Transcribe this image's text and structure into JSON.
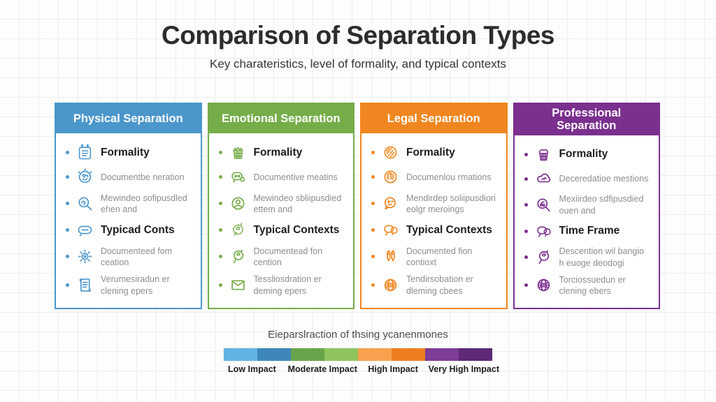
{
  "header": {
    "title": "Comparison of Separation Types",
    "subtitle": "Key charateristics, level of formality, and typical contexts"
  },
  "columns": [
    {
      "title": "Physical Separation",
      "color": "#4b96cb",
      "items": [
        {
          "label": "Formality",
          "bold": true,
          "icon": "notepad-icon"
        },
        {
          "label": "Documentbe neration",
          "bold": false,
          "icon": "doodle-face-icon"
        },
        {
          "label": "Mewindeo sofipusdled ehen and",
          "bold": false,
          "icon": "search-icon"
        },
        {
          "label": "Typicad Conts",
          "bold": true,
          "icon": "chat-scribble-icon"
        },
        {
          "label": "Documenteed fom ceation",
          "bold": false,
          "icon": "gear-icon"
        },
        {
          "label": "Verumesiradun er clening epers",
          "bold": false,
          "icon": "scroll-icon"
        }
      ]
    },
    {
      "title": "Emotional Separation",
      "color": "#75ad49",
      "items": [
        {
          "label": "Formality",
          "bold": true,
          "icon": "basket-icon"
        },
        {
          "label": "Documentive meatins",
          "bold": false,
          "icon": "chat-dots-icon"
        },
        {
          "label": "Mewindeo sbliipusdied ettem and",
          "bold": false,
          "icon": "user-circle-icon"
        },
        {
          "label": "Typical Contexts",
          "bold": true,
          "icon": "flower-swirl-icon"
        },
        {
          "label": "Documentead fon cention",
          "bold": false,
          "icon": "leaf-pin-icon"
        },
        {
          "label": "Tessliosdration er deming epers",
          "bold": false,
          "icon": "mail-icon"
        }
      ]
    },
    {
      "title": "Legal Separation",
      "color": "#f0861f",
      "items": [
        {
          "label": "Formality",
          "bold": true,
          "icon": "striped-circle-icon"
        },
        {
          "label": "Documenlou rmations",
          "bold": false,
          "icon": "brain-circle-icon"
        },
        {
          "label": "Mendirdep soliipusdiori eolgr meroings",
          "bold": false,
          "icon": "chat-face-icon"
        },
        {
          "label": "Typical Contexts",
          "bold": true,
          "icon": "double-chat-icon"
        },
        {
          "label": "Documented fion contioxt",
          "bold": false,
          "icon": "pens-icon"
        },
        {
          "label": "Tendirsobation er dleming cbees",
          "bold": false,
          "icon": "globe-icon"
        }
      ]
    },
    {
      "title": "Professional Separation",
      "color": "#7b2f8e",
      "items": [
        {
          "label": "Formality",
          "bold": true,
          "icon": "cupcake-icon"
        },
        {
          "label": "Deceredatioe mestions",
          "bold": false,
          "icon": "cloud-doodle-icon"
        },
        {
          "label": "Mexiirdeo sdfipusdied ouen and",
          "bold": false,
          "icon": "search-cherries-icon"
        },
        {
          "label": "Time Frame",
          "bold": true,
          "icon": "double-chat-icon"
        },
        {
          "label": "Descention wil bangio h euoge deodogi",
          "bold": false,
          "icon": "leaf-pin-icon"
        },
        {
          "label": "Torciossuedun er clening ebers",
          "bold": false,
          "icon": "globe-icon"
        }
      ]
    }
  ],
  "legend": {
    "title": "Eieparslraction of thsing ycanenmones",
    "segments": [
      "#62b3e4",
      "#3d87ba",
      "#68a449",
      "#8fc45e",
      "#f8a14e",
      "#ee7e22",
      "#7d3c97",
      "#5e2877"
    ],
    "labels": [
      "Low Impact",
      "Moderate Impact",
      "High Impact",
      "Very High Impact"
    ]
  }
}
